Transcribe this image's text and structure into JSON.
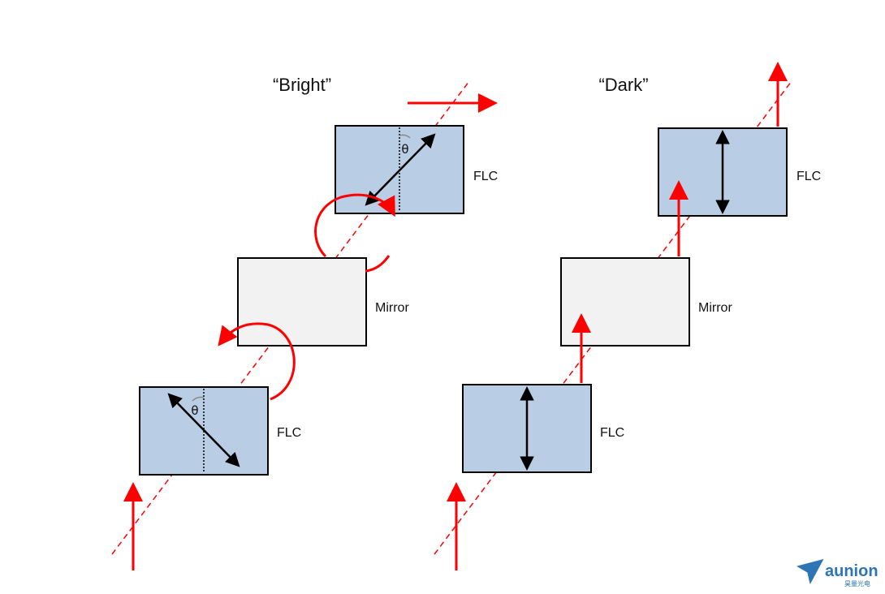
{
  "colors": {
    "flc_fill": "#b9cde5",
    "mirror_fill": "#f2f2f2",
    "beam": "#ff0000",
    "outline": "#000000",
    "logo": "#2e75b6"
  },
  "bright": {
    "title": "“Bright”",
    "flc_top_label": "FLC",
    "mirror_label": "Mirror",
    "flc_bottom_label": "FLC",
    "theta_top": "θ",
    "theta_bottom": "θ"
  },
  "dark": {
    "title": "“Dark”",
    "flc_top_label": "FLC",
    "mirror_label": "Mirror",
    "flc_bottom_label": "FLC"
  },
  "logo": {
    "name": "aunion",
    "subtitle": "昊量光电",
    "icon": "paper-plane-icon"
  }
}
